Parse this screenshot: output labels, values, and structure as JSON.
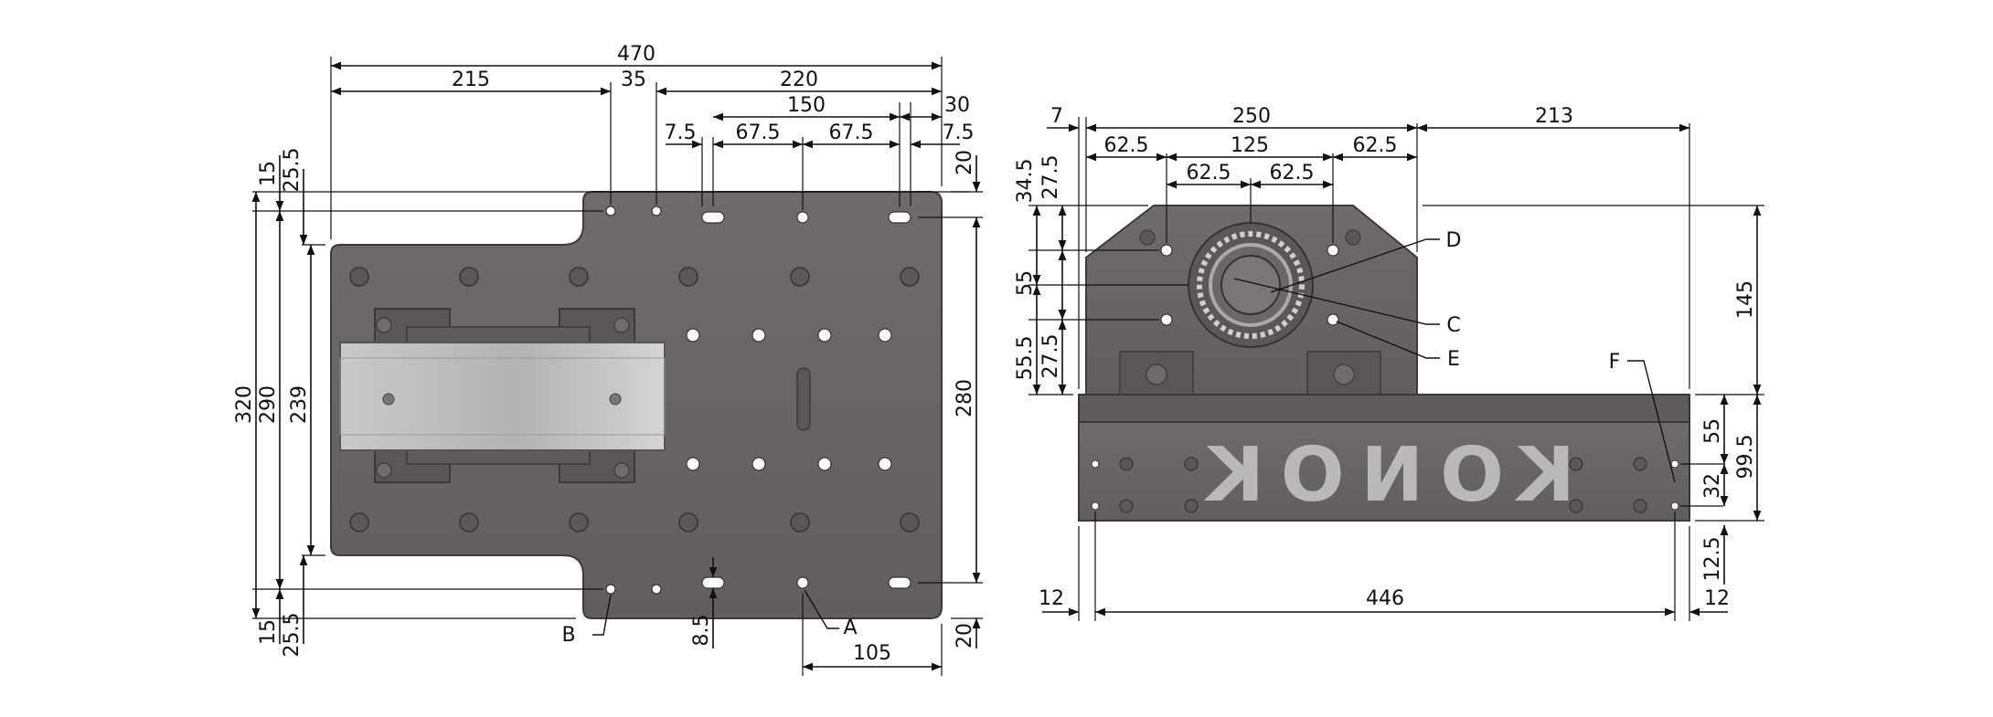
{
  "colors": {
    "plate": "#6b6769",
    "plate_dark": "#5a5658",
    "hole": "#ffffff",
    "line": "#111111",
    "logo": "#b9b9b9"
  },
  "plan_view": {
    "dims_top": {
      "overall": "470",
      "left": "215",
      "gap": "35",
      "right": "220",
      "span": "150",
      "edge_right": "30",
      "slot_left": "7.5",
      "pitch_a": "67.5",
      "pitch_b": "67.5",
      "slot_right": "7.5"
    },
    "dims_left": {
      "top_a": "15",
      "top_b": "25.5",
      "overall": "320",
      "inner": "290",
      "body": "239",
      "bot_a": "15",
      "bot_b": "25.5"
    },
    "dims_right": {
      "top": "20",
      "height": "280",
      "bottom": "20"
    },
    "dims_bottom": {
      "slot": "8.5",
      "offset": "105"
    },
    "callouts": [
      "B",
      "A"
    ]
  },
  "side_view": {
    "dims_top": {
      "edge": "7",
      "width": "250",
      "overhang": "213",
      "bolt_l": "62.5",
      "bolt_span": "125",
      "bolt_r": "62.5",
      "inner_l": "62.5",
      "inner_r": "62.5"
    },
    "dims_left": {
      "a": "34.5",
      "b": "27.5",
      "c": "55",
      "d": "55.5",
      "e": "27.5"
    },
    "dims_right": {
      "housing": "145",
      "base": "55",
      "total": "99.5",
      "holes": "32",
      "bottom": "12.5"
    },
    "dims_bottom": {
      "left": "12",
      "span": "446",
      "right": "12"
    },
    "callouts": [
      "D",
      "C",
      "E",
      "F"
    ],
    "logo_text": "KONOK"
  },
  "icons": [
    "mounting-hole-icon",
    "bearing-icon",
    "arrowhead-icon"
  ]
}
